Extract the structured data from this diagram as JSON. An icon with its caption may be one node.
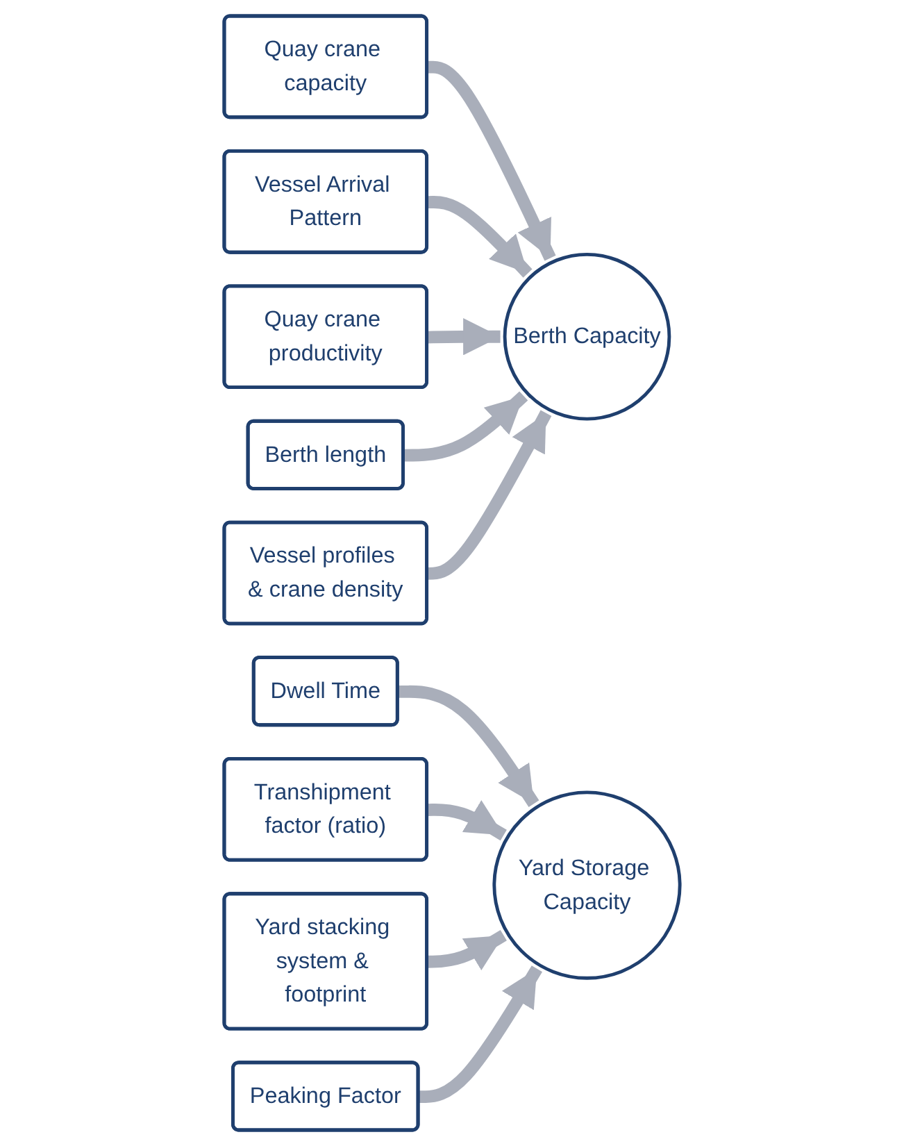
{
  "diagram": {
    "nodes": [
      {
        "text": [
          "Quay crane capacity"
        ]
      },
      {
        "text": [
          "Vessel Arrival Pattern"
        ]
      },
      {
        "text": [
          "Quay crane productivity"
        ]
      },
      {
        "text": [
          "Berth length"
        ]
      },
      {
        "text": [
          "Berth Capacity"
        ]
      },
      {
        "text": [
          "Vessel profiles & crane density"
        ]
      },
      {
        "text": [
          "Dwell Time"
        ]
      },
      {
        "text": [
          "Transhipment factor (ratio)"
        ]
      },
      {
        "text": [
          "Yard stacking system & footprint"
        ]
      },
      {
        "text": [
          "Yard Storage Capacity"
        ]
      },
      {
        "text": [
          "Peaking Factor"
        ]
      }
    ],
    "edges": [
      {
        "from": 0,
        "to": 4,
        "arrow": "to"
      },
      {
        "from": 1,
        "to": 4,
        "arrow": "to"
      },
      {
        "from": 2,
        "to": 4,
        "arrow": "to"
      },
      {
        "from": 3,
        "to": 4,
        "arrow": "to"
      },
      {
        "from": 5,
        "to": 4,
        "arrow": "to"
      },
      {
        "from": 6,
        "to": 9,
        "arrow": "to"
      },
      {
        "from": 7,
        "to": 9,
        "arrow": "to"
      },
      {
        "from": 8,
        "to": 9,
        "arrow": "to"
      },
      {
        "from": 10,
        "to": 9,
        "arrow": "to"
      }
    ]
  }
}
